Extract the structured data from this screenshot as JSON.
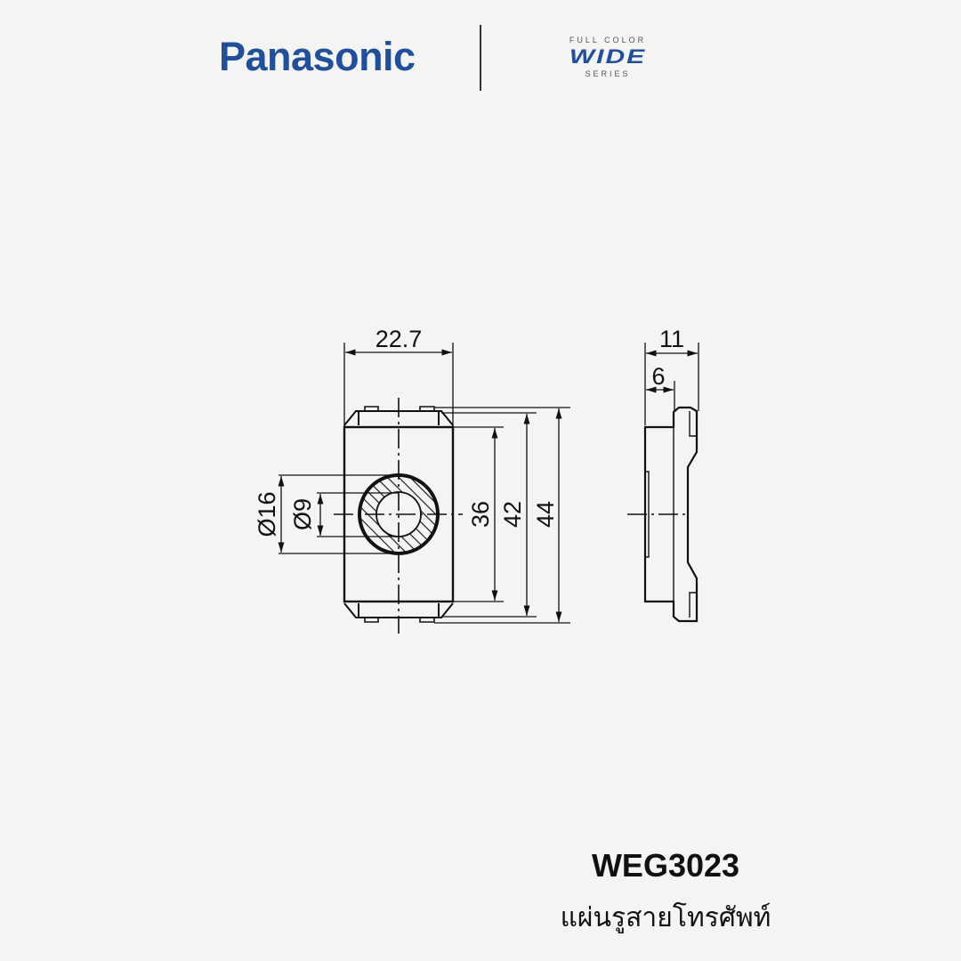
{
  "header": {
    "brand": "Panasonic",
    "series_top": "FULL COLOR",
    "series_name": "WIDE",
    "series_bottom": "SERIES"
  },
  "drawing": {
    "front_view": {
      "width": "22.7",
      "height_inner": "36",
      "height_mid": "42",
      "height_total": "44",
      "outer_diameter": "Ø16",
      "inner_diameter": "Ø9"
    },
    "side_view": {
      "depth_total": "11",
      "depth_partial": "6"
    }
  },
  "product": {
    "model": "WEG3023",
    "description": "แผ่นรูสายโทรศัพท์"
  },
  "colors": {
    "brand": "#1f4f9f",
    "background": "#f4f4f3"
  }
}
